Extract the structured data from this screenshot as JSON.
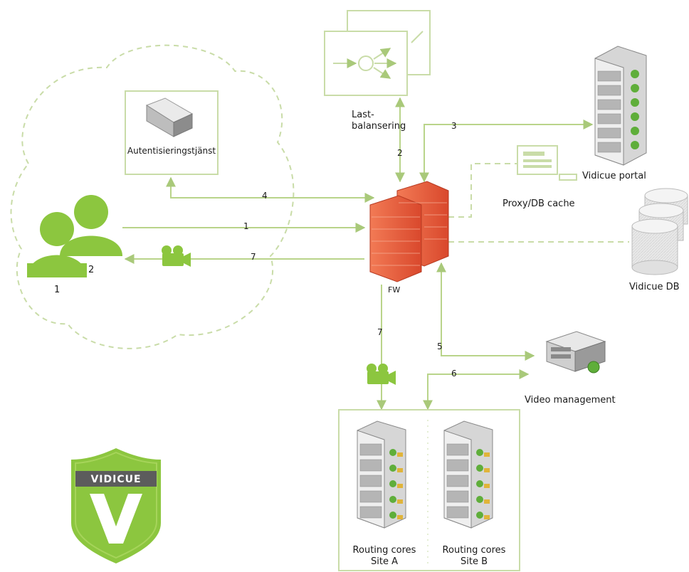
{
  "labels": {
    "auth_service_line1": "Autentisieringstjänst",
    "auth_service_line2": "",
    "load_balancer_line1": "Last-",
    "load_balancer_line2": "balansering",
    "vidicue_portal": "Vidicue portal",
    "proxy_db_cache": "Proxy/DB cache",
    "vidicue_db": "Vidicue DB",
    "firewall": "FW",
    "video_management": "Video management",
    "routing_site_a_line1": "Routing cores",
    "routing_site_a_line2": "Site A",
    "routing_site_b_line1": "Routing cores",
    "routing_site_b_line2": "Site B",
    "users_label_1": "1",
    "users_label_2": "2",
    "logo_text": "VIDICUE"
  },
  "connections": {
    "c1": "1",
    "c2": "2",
    "c3": "3",
    "c4": "4",
    "c5": "5",
    "c6": "6",
    "c7_users": "7",
    "c7_routing": "7"
  },
  "colors": {
    "accent_green": "#8cc63f",
    "line_green": "#b9d48a",
    "outline_green": "#c9dca8",
    "firewall": "#e8563a",
    "server_gray": "#8a8a8a"
  }
}
